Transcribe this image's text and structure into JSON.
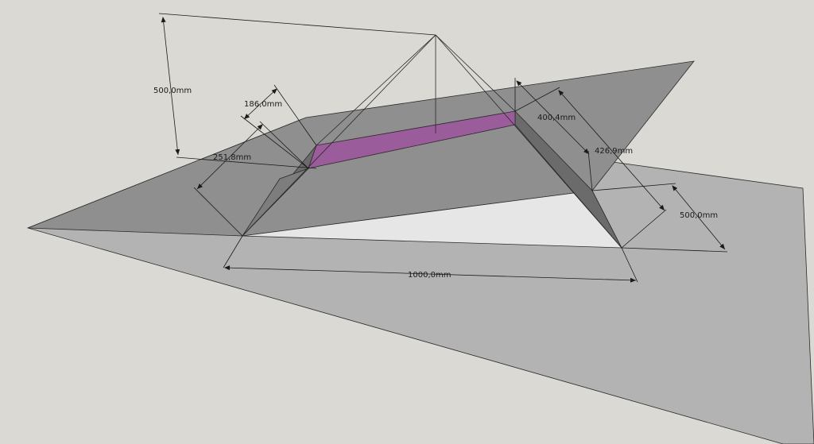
{
  "colors": {
    "background": "#dad9d4",
    "ground_plane": "#b3b3b3",
    "slanted_plane": "#8f8f8f",
    "slope_face_shadow": "#6b6b6b",
    "slope_face_light": "#7d7d7d",
    "bottom_opening": "#e6e6e6",
    "top_face": "#9a5c9a",
    "edges": "#2a2a2a"
  },
  "dimensions": {
    "height_label": "500,0mm",
    "top_depth_label": "186,0mm",
    "slope_left_label": "251,8mm",
    "top_length_label": "400,4mm",
    "slope_right_label": "426,9mm",
    "bottom_depth_label": "500,0mm",
    "bottom_length_label": "1000,0mm"
  }
}
